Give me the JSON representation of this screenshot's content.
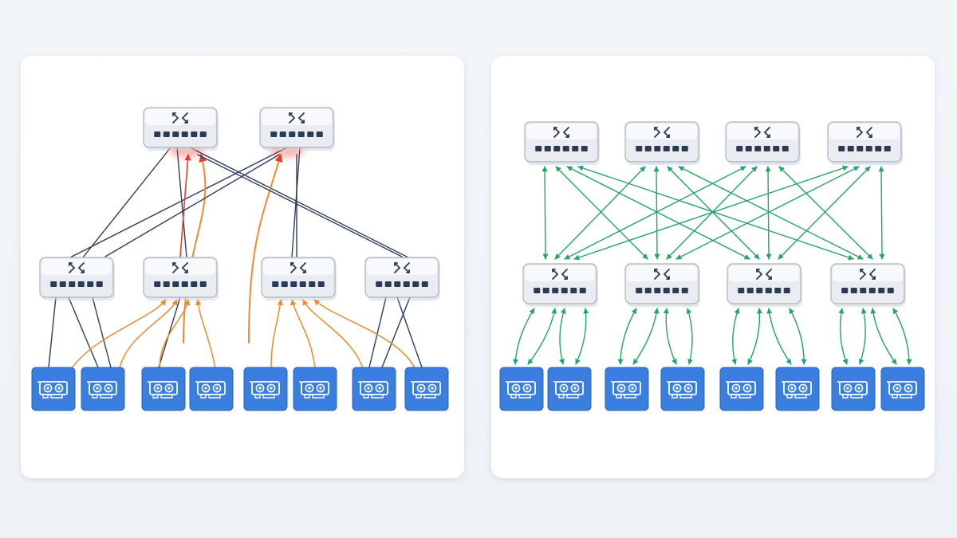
{
  "colors": {
    "page_bg": "#f1f4f8",
    "panel_bg": "#ffffff",
    "switch_body": "#e9edf2",
    "switch_stroke": "#a9b3bf",
    "switch_port": "#2b3a55",
    "switch_icon": "#2b3a55",
    "gpu_fill": "#3a7ee0",
    "gpu_stroke": "#2a63bd",
    "gpu_card": "#ffffff",
    "gpu_fan": "#3a7ee0",
    "link_idle": "#2e3d5c",
    "link_congested": "#f08a2c",
    "link_hotspot": "#ef3b2c",
    "link_fabric": "#22a56a"
  },
  "icons": {
    "switch": "network-switch-icon",
    "gpu": "gpu-card-icon",
    "arrows": "cross-arrows-icon"
  },
  "panels": [
    {
      "name": "congested-fat-tree",
      "spine_count": 2,
      "leaf_count": 4,
      "gpu_count": 8,
      "link_state": "congested-hotspot"
    },
    {
      "name": "balanced-fabric",
      "spine_count": 4,
      "leaf_count": 4,
      "gpu_count": 8,
      "link_state": "balanced-bidirectional"
    }
  ]
}
